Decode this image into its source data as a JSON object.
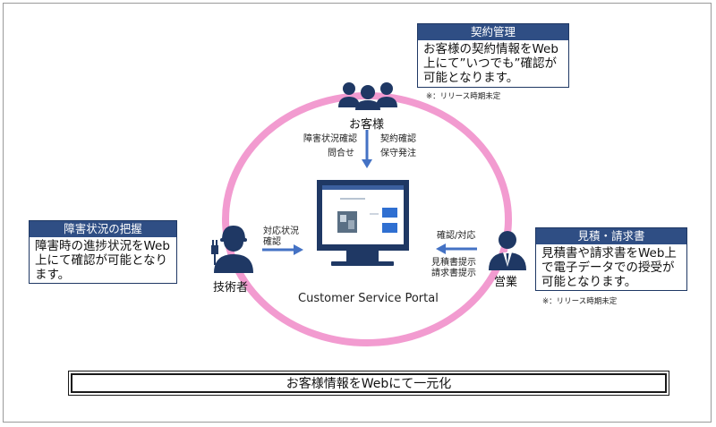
{
  "boxes": {
    "contract": {
      "title": "契約管理",
      "lines": [
        "お客様の契約情報をWeb",
        "上にて”いつでも”確認が",
        "可能となります。"
      ],
      "note": "※：リリース時期未定"
    },
    "failure": {
      "title": "障害状況の把握",
      "lines": [
        "障害時の進捗状況をWeb",
        "上にて確認が可能となり",
        "ます。"
      ]
    },
    "estimate": {
      "title": "見積・請求書",
      "lines": [
        "見積書や請求書をWeb上",
        "で電子データでの授受が",
        "可能となります。"
      ],
      "note": "※：リリース時期未定"
    }
  },
  "actors": {
    "customer": {
      "label": "お客様",
      "icon": "customers-icon"
    },
    "engineer": {
      "label": "技術者",
      "icon": "engineer-icon"
    },
    "sales": {
      "label": "営業",
      "icon": "sales-person-icon"
    }
  },
  "flows": {
    "customer_left": [
      "障害状況確認",
      "問合せ"
    ],
    "customer_right": [
      "契約確認",
      "保守発注"
    ],
    "engineer": [
      "対応状況",
      "確認"
    ],
    "sales_top": "確認/対応",
    "sales_bottom": [
      "見積書提示",
      "請求書提示"
    ]
  },
  "portal_label": "Customer Service Portal",
  "banner": "お客様情報をWebにて一元化",
  "colors": {
    "ring": "#f29bd0",
    "box_border": "#1f3864",
    "box_header": "#2f4e84",
    "arrow": "#4472c4",
    "icon_navy": "#1f3864"
  }
}
